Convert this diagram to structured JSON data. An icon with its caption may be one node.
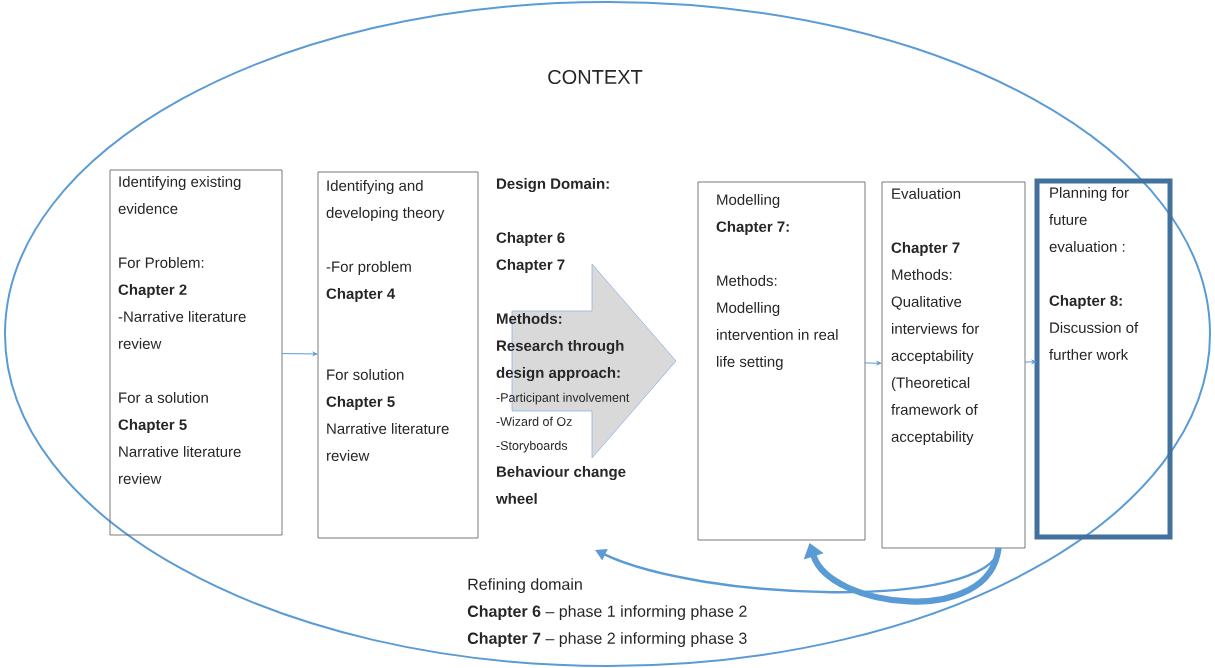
{
  "diagram": {
    "nodes": [
      {
        "text": [
          "CONTEXT"
        ]
      },
      {
        "text": [
          "Identifying existing evidence",
          "For Problem:",
          "Chapter 2",
          "-Narrative literature review",
          "For a solution",
          "Chapter 5",
          "Narrative literature review"
        ],
        "in": 0
      },
      {
        "text": [
          "Identifying and developing theory",
          "-For problem",
          "Chapter 4",
          "For solution",
          "Chapter 5",
          "Narrative literature review"
        ],
        "in": 0
      },
      {
        "text": [
          "Design Domain:",
          "Chapter 6",
          "Chapter 7",
          "Methods:",
          "Research through design approach:",
          "-Participant involvement",
          "-Wizard of Oz",
          "-Storyboards",
          "Behaviour change wheel"
        ],
        "in": 0
      },
      {
        "text": [
          "Modelling",
          "Chapter 7:",
          "Methods: Modelling intervention in real life setting"
        ],
        "in": 0
      },
      {
        "text": [
          "Evaluation",
          "Chapter 7",
          "Methods: Qualitative interviews for acceptability (Theoretical framework of acceptability"
        ],
        "in": 0
      },
      {
        "text": [
          "Planning for future evaluation :",
          "Chapter 8:",
          "Discussion of further work"
        ],
        "in": 0
      }
    ],
    "edges": [
      {
        "from": 1,
        "to": 2,
        "arrow": "to"
      },
      {
        "from": 3,
        "to": 4,
        "arrow": "to",
        "style": "thick",
        "color": "#d9d9d9"
      },
      {
        "from": 4,
        "to": 5,
        "arrow": "to"
      },
      {
        "from": 5,
        "to": 6,
        "arrow": "to"
      },
      {
        "from": 5,
        "to": 3,
        "arrow": "to"
      },
      {
        "from": 5,
        "to": 4,
        "arrow": "to",
        "style": "thick"
      }
    ],
    "labels": [
      "Refining domain",
      "**Chapter 6** – phase 1 informing phase 2",
      "**Chapter 7** – phase 2 informing phase 3"
    ]
  }
}
